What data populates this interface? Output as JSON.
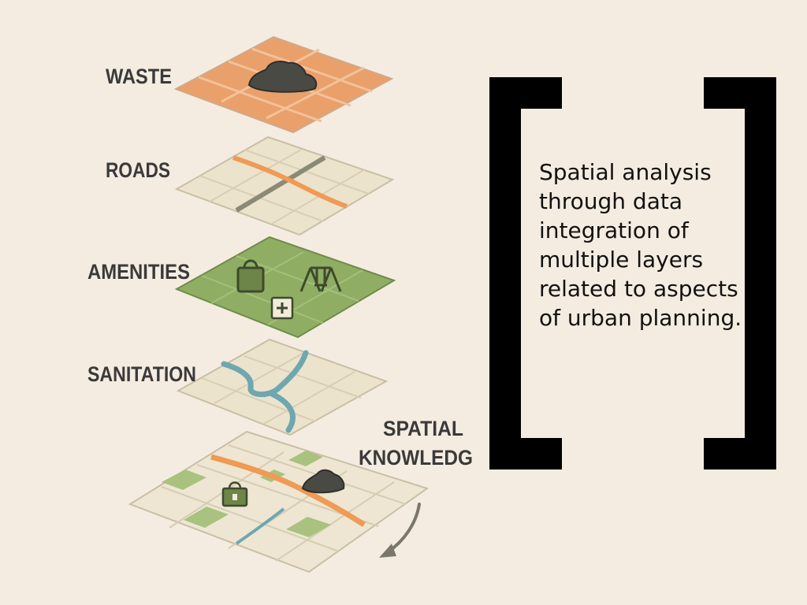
{
  "layers": {
    "waste": {
      "label": "WASTE"
    },
    "roads": {
      "label": "ROADS"
    },
    "amenities": {
      "label": "AMENITIES"
    },
    "sanitation": {
      "label": "SANITATION"
    },
    "spatial": {
      "line1": "SPATIAL",
      "line2": "KNOWLEDG"
    }
  },
  "description": "Spatial analysis through data integration of multiple layers related to aspects of urban planning.",
  "colors": {
    "background": "#f5ece1",
    "waste": "#eaa06a",
    "roads": "#ece3cc",
    "amenities": "#8fae63",
    "sanitation": "#ece3cc",
    "road_orange": "#ef9a55",
    "water": "#6ea7b0",
    "bracket": "#000000"
  },
  "icons": [
    "waste-pile-icon",
    "shopping-bag-icon",
    "swing-set-icon",
    "first-aid-icon",
    "curved-arrow-icon"
  ]
}
